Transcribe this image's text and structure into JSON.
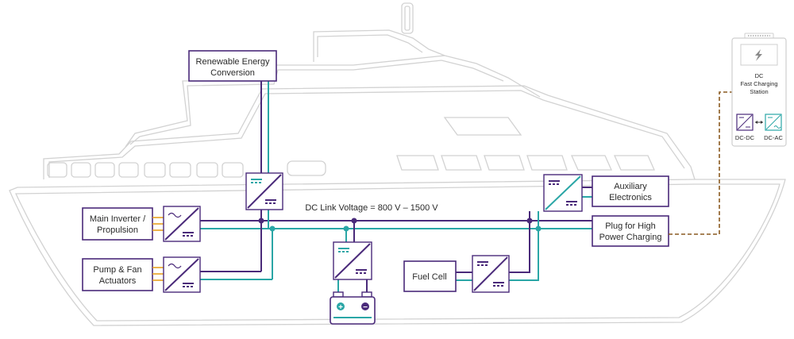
{
  "dc_link_label": "DC Link Voltage = 800 V – 1500 V",
  "blocks": {
    "renewable": [
      "Renewable Energy",
      "Conversion"
    ],
    "main_inverter": [
      "Main Inverter /",
      "Propulsion"
    ],
    "pump_fan": [
      "Pump & Fan",
      "Actuators"
    ],
    "fuel_cell": "Fuel Cell",
    "auxiliary": [
      "Auxiliary",
      "Electronics"
    ],
    "plug": [
      "Plug for High",
      "Power Charging"
    ]
  },
  "station": {
    "title": [
      "DC",
      "Fast Charging",
      "Station"
    ],
    "dcdc_label": "DC-DC",
    "dcac_label": "DC-AC",
    "bolt_icon": "lightning-bolt-icon"
  },
  "battery": {
    "plus": "+",
    "minus": "−"
  },
  "colors": {
    "bus_purple": "#4a2a7a",
    "bus_teal": "#2aa6a6",
    "signal_orange": "#e8a020",
    "charging_link": "#8a5a20",
    "ship_outline": "#d2d2d2"
  }
}
